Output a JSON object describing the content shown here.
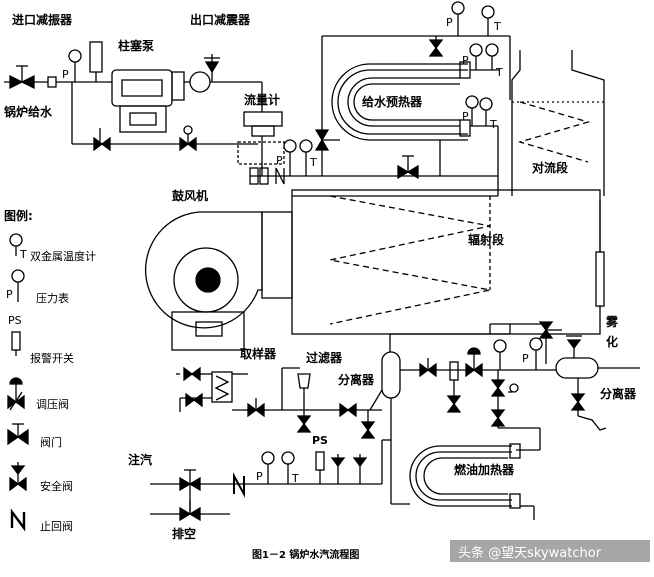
{
  "labels": {
    "inlet_damper": "进口减振器",
    "outlet_damper": "出口减震器",
    "plunger_pump": "柱塞泵",
    "boiler_feed": "锅炉给水",
    "flow_meter": "流量计",
    "feed_preheater": "给水预热器",
    "convection": "对流段",
    "blower": "鼓风机",
    "radiant": "辐射段",
    "sampler": "取样器",
    "filter": "过滤器",
    "separator_main": "分离器",
    "separator_right": "分离器",
    "atomize": "雾化",
    "steam_inject": "注汽",
    "vent": "排空",
    "oil_heater": "燃油加热器",
    "ps_label": "PS"
  },
  "legend": {
    "title": "图例:",
    "items": [
      {
        "text": "双金属温度计",
        "icon": "thermometer-icon"
      },
      {
        "text": "压力表",
        "icon": "pressure-gauge-icon"
      },
      {
        "text": "报警开关",
        "icon": "alarm-switch-icon",
        "tag": "PS"
      },
      {
        "text": "调压阀",
        "icon": "pressure-regulator-icon"
      },
      {
        "text": "阀门",
        "icon": "valve-icon"
      },
      {
        "text": "安全阀",
        "icon": "safety-valve-icon"
      },
      {
        "text": "止回阀",
        "icon": "check-valve-icon"
      }
    ]
  },
  "gauge_letters": {
    "pressure": "P",
    "temperature": "T"
  },
  "caption": "图1－2   锅炉水汽流程图",
  "watermark": "头条 @望天skywatchor"
}
